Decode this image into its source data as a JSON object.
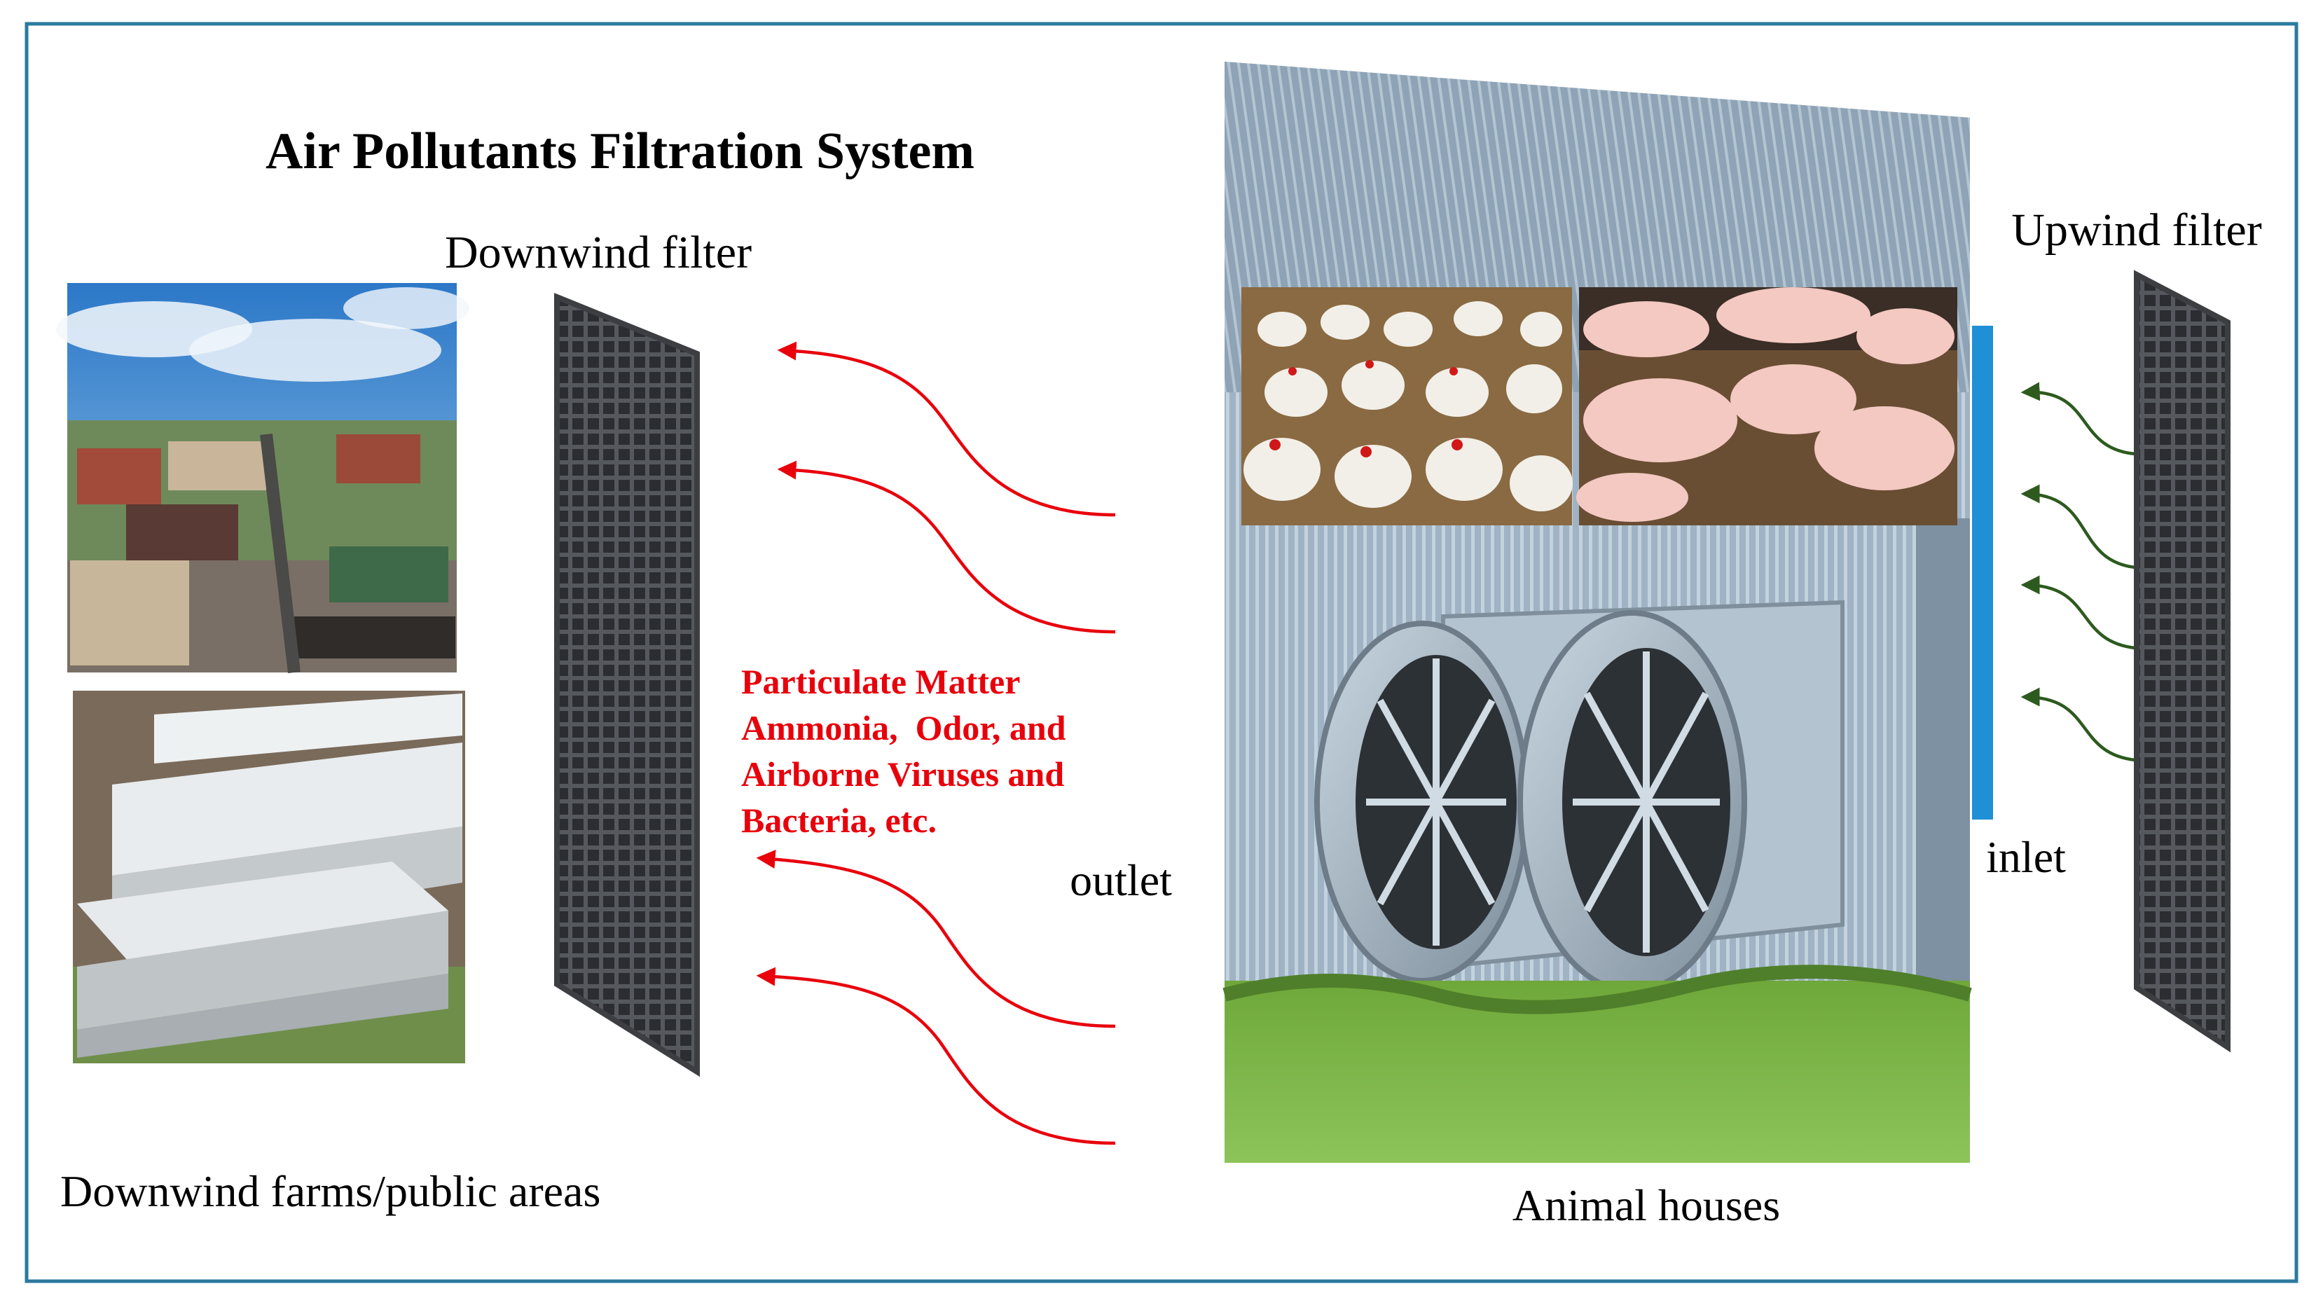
{
  "title": "Air Pollutants Filtration System",
  "labels": {
    "downwind_filter": "Downwind filter",
    "upwind_filter": "Upwind filter",
    "outlet": "outlet",
    "inlet": "inlet",
    "downwind_areas": "Downwind farms/public areas",
    "animal_houses": "Animal houses"
  },
  "pollutants": [
    "Particulate Matter",
    "Ammonia,  Odor, and",
    "Airborne Viruses and",
    "Bacteria, etc."
  ],
  "colors": {
    "frame": "#2b7a9e",
    "pollutant_arrow": "#e8000b",
    "pollutant_text": "#e8000b",
    "clean_air_arrow": "#2d5a1e",
    "inlet_bar": "#1f8fd6",
    "filter": "#3c3e42"
  },
  "icons": {
    "town_photo": "town-aerial-photo-icon",
    "farm_photo": "farm-buildings-aerial-photo-icon",
    "barn_photo": "animal-house-with-fans-photo-icon",
    "chickens_photo": "chickens-photo-icon",
    "pigs_photo": "pigs-photo-icon"
  }
}
